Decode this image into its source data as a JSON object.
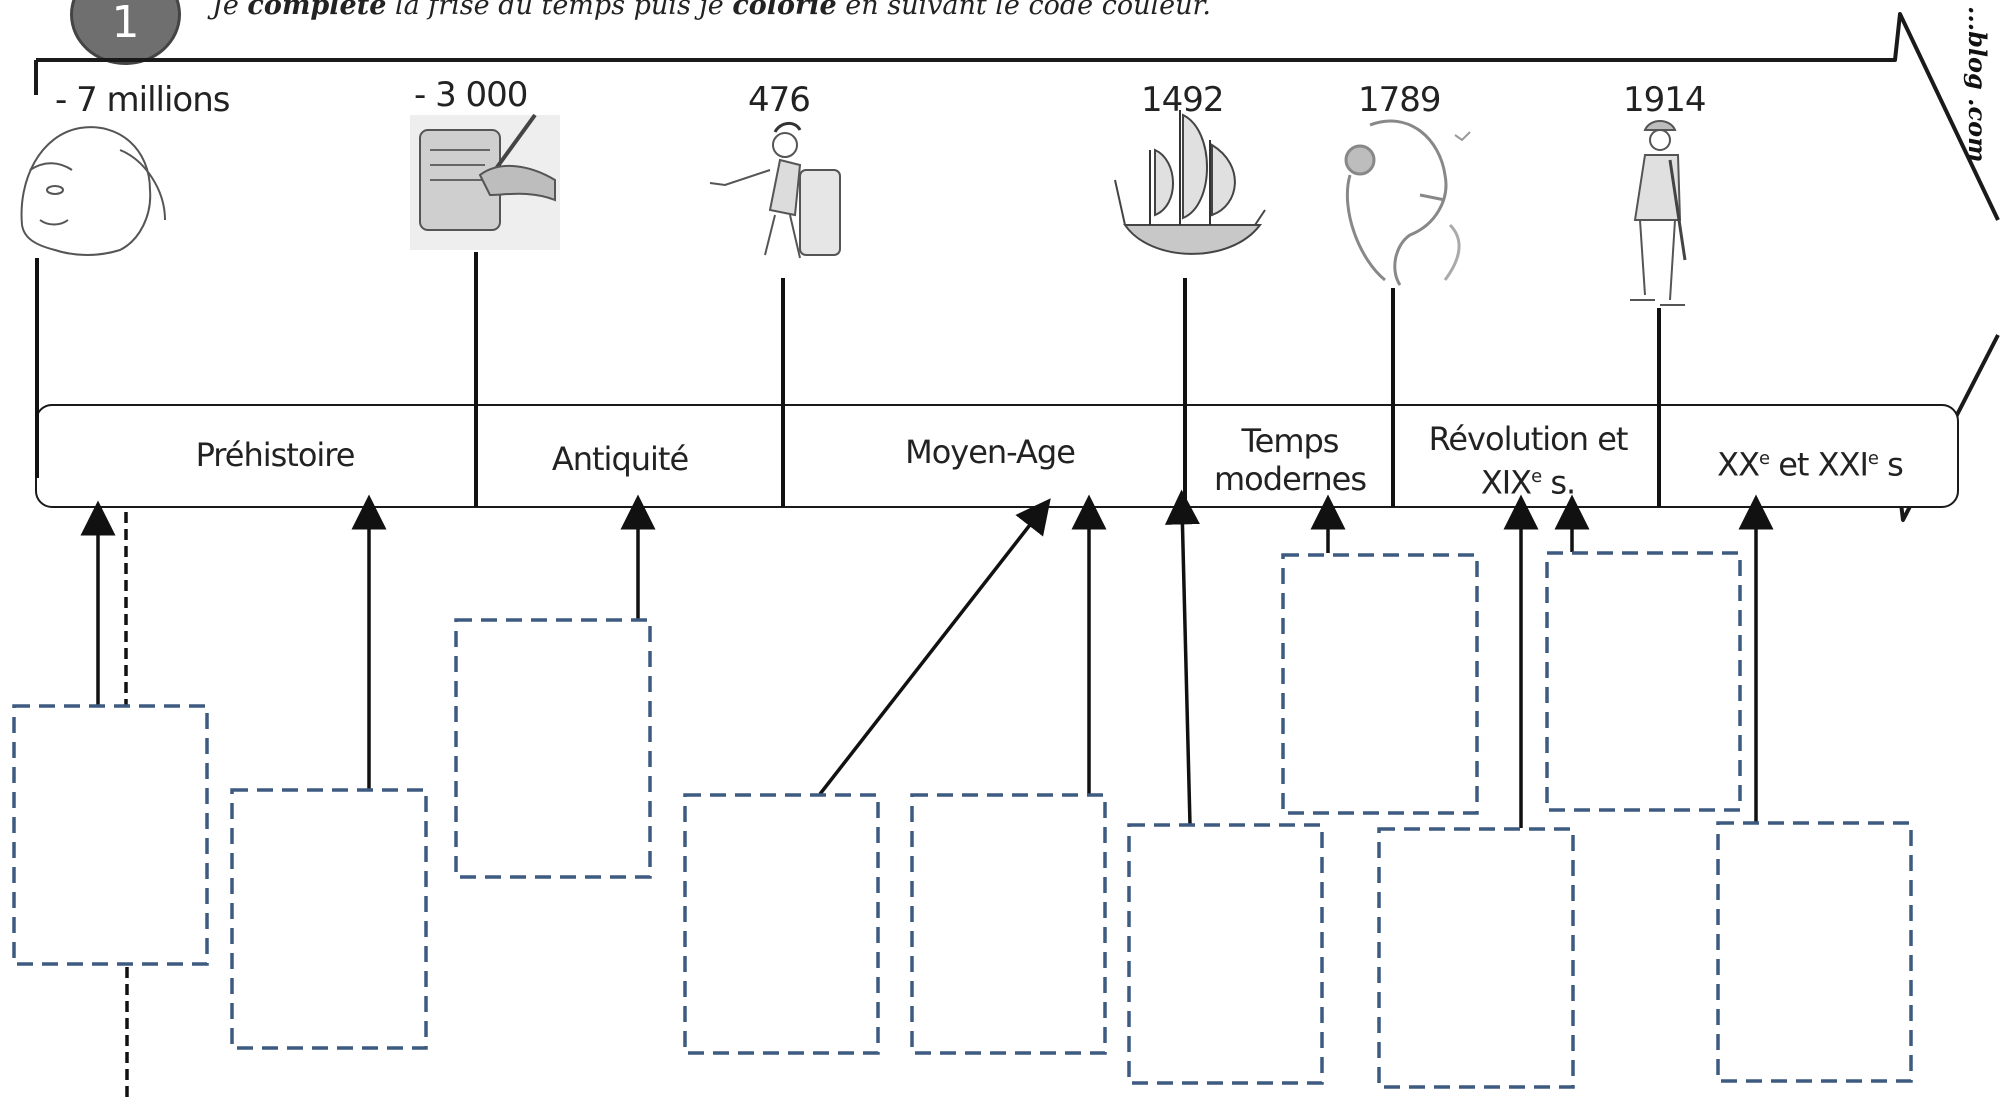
{
  "exercise": {
    "number": "1",
    "instruction_parts": [
      "Je ",
      "complète",
      " la frise du temps puis je ",
      "colorie",
      " en suivant le code couleur."
    ]
  },
  "timeline": {
    "dates": [
      "- 7 millions",
      "- 3 000",
      "476",
      "1492",
      "1789",
      "1914"
    ],
    "periods": [
      {
        "lines": [
          "Préhistoire"
        ]
      },
      {
        "lines": [
          "Antiquité"
        ]
      },
      {
        "lines": [
          "Moyen-Age"
        ]
      },
      {
        "lines": [
          "Temps",
          "modernes"
        ]
      },
      {
        "lines": [
          "Révolution et",
          "XIX",
          "e",
          " s."
        ]
      },
      {
        "lines": [
          "XX",
          "e",
          " et XXI",
          "e",
          " s"
        ]
      }
    ]
  },
  "illustrations": [
    "prehistoric-man-head",
    "writing-tablet-hand",
    "roman-soldier",
    "caravel-ship",
    "revolution-marianne-profile",
    "ww1-soldier"
  ],
  "answer_boxes_count": 10,
  "watermark": "...blog .com",
  "colors": {
    "ink": "#1a1a1a",
    "badge": "#6f6f6f",
    "box_dash": "#3d5a80"
  }
}
